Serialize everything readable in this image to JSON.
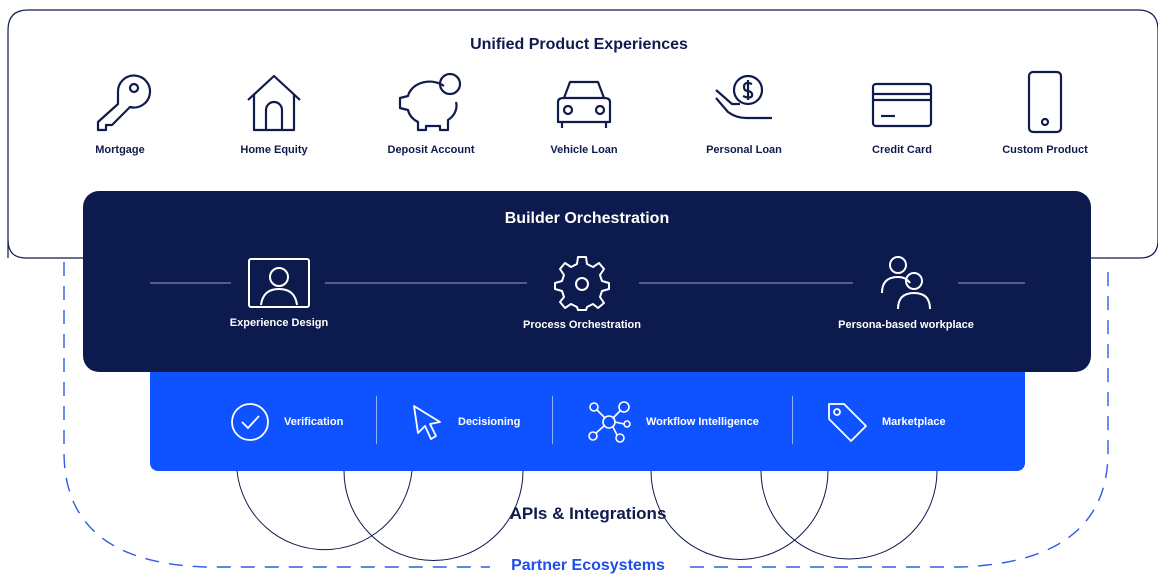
{
  "unified": {
    "title": "Unified Product Experiences",
    "products": [
      {
        "label": "Mortgage",
        "icon": "key-icon"
      },
      {
        "label": "Home Equity",
        "icon": "house-icon"
      },
      {
        "label": "Deposit Account",
        "icon": "piggy-bank-icon"
      },
      {
        "label": "Vehicle Loan",
        "icon": "car-icon"
      },
      {
        "label": "Personal Loan",
        "icon": "hand-coin-icon"
      },
      {
        "label": "Credit Card",
        "icon": "credit-card-icon"
      },
      {
        "label": "Custom Product",
        "icon": "phone-icon"
      }
    ]
  },
  "builder": {
    "title": "Builder Orchestration",
    "items": [
      {
        "label": "Experience Design",
        "icon": "user-frame-icon"
      },
      {
        "label": "Process Orchestration",
        "icon": "gear-icon"
      },
      {
        "label": "Persona-based workplace",
        "icon": "users-icon"
      }
    ]
  },
  "services": {
    "items": [
      {
        "label": "Verification",
        "icon": "check-circle-icon"
      },
      {
        "label": "Decisioning",
        "icon": "cursor-icon"
      },
      {
        "label": "Workflow Intelligence",
        "icon": "network-icon"
      },
      {
        "label": "Marketplace",
        "icon": "tag-icon"
      }
    ]
  },
  "apis": {
    "title": "APIs & Integrations"
  },
  "partners": {
    "title": "Partner Ecosystems"
  },
  "colors": {
    "navy": "#0c1a4d",
    "blue": "#0f52ff",
    "text": "#0f1b4c",
    "dash": "#2f5bea"
  }
}
